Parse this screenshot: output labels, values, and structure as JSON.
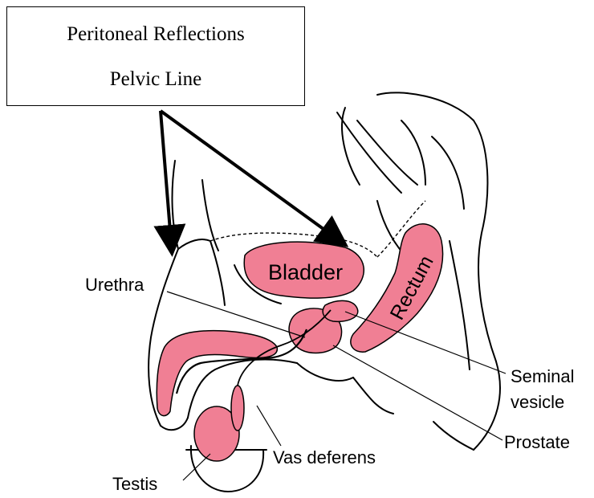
{
  "callout": {
    "line1": "Peritoneal Reflections",
    "line2": "Pelvic Line"
  },
  "labels": {
    "bladder": "Bladder",
    "rectum": "Rectum",
    "urethra": "Urethra",
    "seminal_1": "Seminal",
    "seminal_2": "vesicle",
    "prostate": "Prostate",
    "vas_deferens": "Vas deferens",
    "testis": "Testis"
  },
  "colors": {
    "organ_fill": "#f07f94",
    "outline": "#000000",
    "background": "#ffffff"
  }
}
